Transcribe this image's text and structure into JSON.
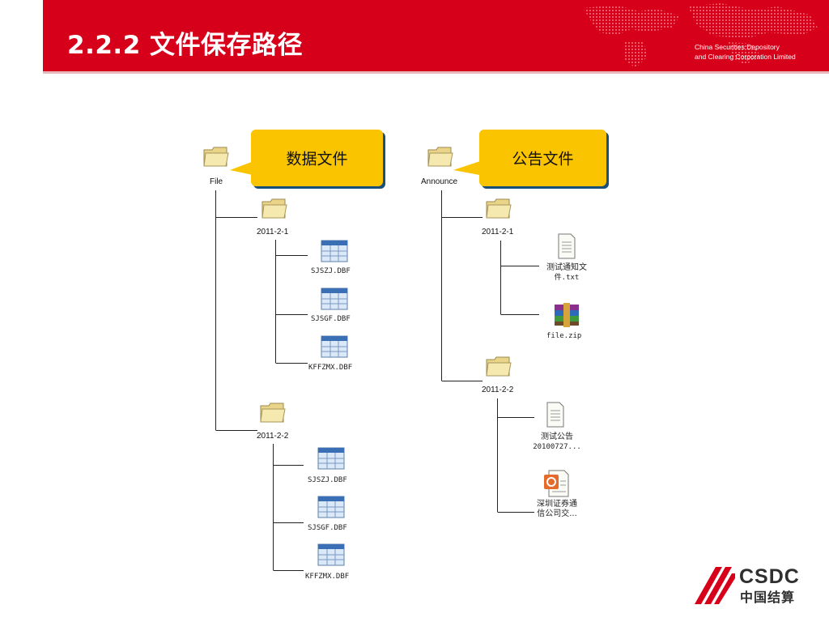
{
  "header": {
    "title": "2.2.2 文件保存路径",
    "corp_line1": "China Securities Depository",
    "corp_line2": "and Clearing Corporation Limited"
  },
  "logo": {
    "en": "CSDC",
    "cn": "中国结算"
  },
  "left_tree": {
    "callout": "数据文件",
    "root": "File",
    "folder1": "2011-2-1",
    "folder1_files": [
      "SJSZJ.DBF",
      "SJSGF.DBF",
      "KFFZMX.DBF"
    ],
    "folder2": "2011-2-2",
    "folder2_files": [
      "SJSZJ.DBF",
      "SJSGF.DBF",
      "KFFZMX.DBF"
    ]
  },
  "right_tree": {
    "callout": "公告文件",
    "root": "Announce",
    "folder1": "2011-2-1",
    "folder1_file1_line1": "测试通知文",
    "folder1_file1_line2": "件.txt",
    "folder1_file2": "file.zip",
    "folder2": "2011-2-2",
    "folder2_file1_line1": "测试公告",
    "folder2_file1_line2": "20100727...",
    "folder2_file2_line1": "深圳证券通",
    "folder2_file2_line2": "信公司交..."
  },
  "colors": {
    "brand_red": "#d7001a",
    "callout_yellow": "#fbc400",
    "callout_shadow": "#19507a"
  }
}
